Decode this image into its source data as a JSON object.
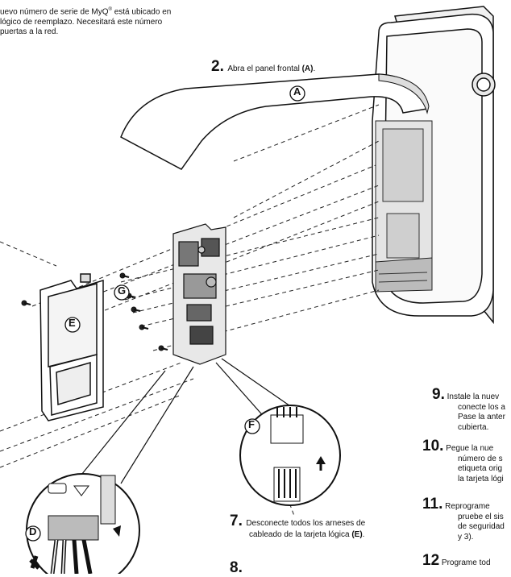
{
  "intro": {
    "line1": "uevo número de serie de MyQ",
    "sup": "®",
    "line1b": " está ubicado en",
    "line2": " lógico de reemplazo. Necesitará este número",
    "line3": "puertas a la red."
  },
  "step2": {
    "num": "2.",
    "text": "Abra el panel frontal ",
    "ref": "(A)",
    "end": "."
  },
  "step7": {
    "num": "7.",
    "line1": "Desconecte todos los arneses de",
    "line2": "cableado de la tarjeta lógica ",
    "ref": "(E)",
    "end": "."
  },
  "step8": {
    "num": "8."
  },
  "step9": {
    "num": "9.",
    "line1": "Instale la nuev",
    "line2": "conecte los a",
    "line3": "Pase la anter",
    "line4": "cubierta."
  },
  "step10": {
    "num": "10.",
    "line1": "Pegue la nue",
    "line2": "número de s",
    "line3": "etiqueta orig",
    "line4": "la tarjeta lógi"
  },
  "step11": {
    "num": "11.",
    "line1": "Reprograme",
    "line2": "pruebe el sis",
    "line3": "de seguridad",
    "line4": "y 3)."
  },
  "step12": {
    "num": "12",
    "line1": "Programe tod"
  },
  "labels": {
    "A": "A",
    "D": "D",
    "E": "E",
    "F": "F",
    "G": "G"
  }
}
